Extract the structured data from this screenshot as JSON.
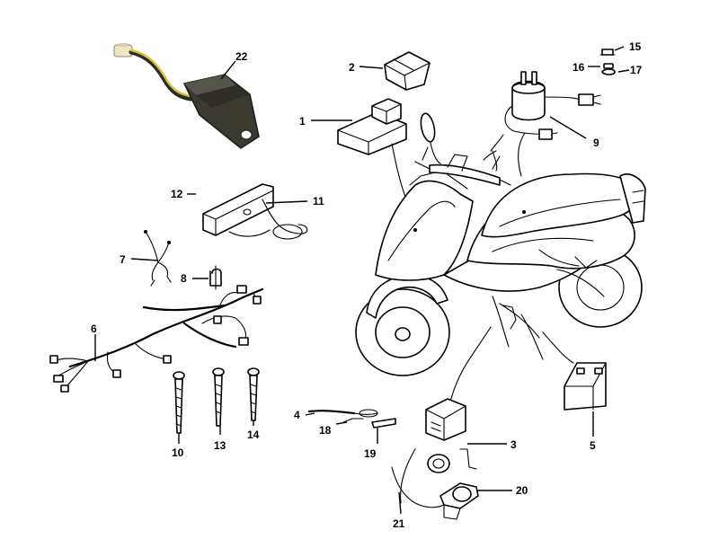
{
  "diagram": {
    "callouts": [
      {
        "id": "c1",
        "num": "1"
      },
      {
        "id": "c2",
        "num": "2"
      },
      {
        "id": "c3",
        "num": "3"
      },
      {
        "id": "c4",
        "num": "4"
      },
      {
        "id": "c5",
        "num": "5"
      },
      {
        "id": "c6",
        "num": "6"
      },
      {
        "id": "c7",
        "num": "7"
      },
      {
        "id": "c8",
        "num": "8"
      },
      {
        "id": "c9",
        "num": "9"
      },
      {
        "id": "c10",
        "num": "10"
      },
      {
        "id": "c11",
        "num": "11"
      },
      {
        "id": "c12",
        "num": "12"
      },
      {
        "id": "c13",
        "num": "13"
      },
      {
        "id": "c14",
        "num": "14"
      },
      {
        "id": "c15",
        "num": "15"
      },
      {
        "id": "c16",
        "num": "16"
      },
      {
        "id": "c17",
        "num": "17"
      },
      {
        "id": "c18",
        "num": "18"
      },
      {
        "id": "c19",
        "num": "19"
      },
      {
        "id": "c20",
        "num": "20"
      },
      {
        "id": "c21",
        "num": "21"
      },
      {
        "id": "c22",
        "num": "22"
      }
    ],
    "colors": {
      "background": "#ffffff",
      "line": "#000000",
      "regulator_body": "#3a3a30",
      "wire_yellow": "#d8c23a",
      "connector_cream": "#efe6c8"
    }
  }
}
